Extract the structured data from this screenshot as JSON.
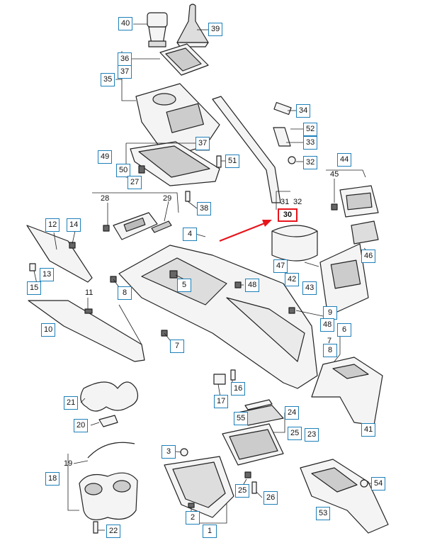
{
  "diagram": {
    "boxed_labels": [
      {
        "name": "label-40",
        "text": "40"
      },
      {
        "name": "label-39",
        "text": "39"
      },
      {
        "name": "label-36",
        "text": "36"
      },
      {
        "name": "label-37-top",
        "text": "37"
      },
      {
        "name": "label-35",
        "text": "35"
      },
      {
        "name": "label-34",
        "text": "34"
      },
      {
        "name": "label-52",
        "text": "52"
      },
      {
        "name": "label-33",
        "text": "33"
      },
      {
        "name": "label-37-mid",
        "text": "37"
      },
      {
        "name": "label-32",
        "text": "32"
      },
      {
        "name": "label-44",
        "text": "44"
      },
      {
        "name": "label-49",
        "text": "49"
      },
      {
        "name": "label-51",
        "text": "51"
      },
      {
        "name": "label-50",
        "text": "50"
      },
      {
        "name": "label-27",
        "text": "27"
      },
      {
        "name": "label-38",
        "text": "38"
      },
      {
        "name": "label-30",
        "text": "30",
        "highlight": true
      },
      {
        "name": "label-12",
        "text": "12"
      },
      {
        "name": "label-14",
        "text": "14"
      },
      {
        "name": "label-4",
        "text": "4"
      },
      {
        "name": "label-46",
        "text": "46"
      },
      {
        "name": "label-13",
        "text": "13"
      },
      {
        "name": "label-15",
        "text": "15"
      },
      {
        "name": "label-47",
        "text": "47"
      },
      {
        "name": "label-42",
        "text": "42"
      },
      {
        "name": "label-43",
        "text": "43"
      },
      {
        "name": "label-5",
        "text": "5"
      },
      {
        "name": "label-48",
        "text": "48"
      },
      {
        "name": "label-8-left",
        "text": "8"
      },
      {
        "name": "label-9",
        "text": "9"
      },
      {
        "name": "label-48-right",
        "text": "48"
      },
      {
        "name": "label-6",
        "text": "6"
      },
      {
        "name": "label-10",
        "text": "10"
      },
      {
        "name": "label-8-right",
        "text": "8"
      },
      {
        "name": "label-7-left",
        "text": "7"
      },
      {
        "name": "label-16",
        "text": "16"
      },
      {
        "name": "label-21",
        "text": "21"
      },
      {
        "name": "label-17",
        "text": "17"
      },
      {
        "name": "label-24",
        "text": "24"
      },
      {
        "name": "label-55",
        "text": "55"
      },
      {
        "name": "label-20",
        "text": "20"
      },
      {
        "name": "label-25",
        "text": "25"
      },
      {
        "name": "label-23",
        "text": "23"
      },
      {
        "name": "label-41",
        "text": "41"
      },
      {
        "name": "label-3",
        "text": "3"
      },
      {
        "name": "label-18",
        "text": "18"
      },
      {
        "name": "label-54",
        "text": "54"
      },
      {
        "name": "label-25-bottom",
        "text": "25"
      },
      {
        "name": "label-26",
        "text": "26"
      },
      {
        "name": "label-53",
        "text": "53"
      },
      {
        "name": "label-2",
        "text": "2"
      },
      {
        "name": "label-22",
        "text": "22"
      },
      {
        "name": "label-1",
        "text": "1"
      }
    ],
    "plain_labels": [
      {
        "name": "num-31",
        "text": "31"
      },
      {
        "name": "num-32",
        "text": "32"
      },
      {
        "name": "num-45",
        "text": "45"
      },
      {
        "name": "num-28",
        "text": "28"
      },
      {
        "name": "num-29",
        "text": "29"
      },
      {
        "name": "num-11",
        "text": "11"
      },
      {
        "name": "num-7",
        "text": "7"
      },
      {
        "name": "num-19",
        "text": "19"
      }
    ],
    "colors": {
      "label_border": "#1e7fb8",
      "highlight": "#e8141b",
      "line": "#222222",
      "part_fill": "#f4f4f4",
      "dark_part": "#6a6a6a"
    }
  }
}
